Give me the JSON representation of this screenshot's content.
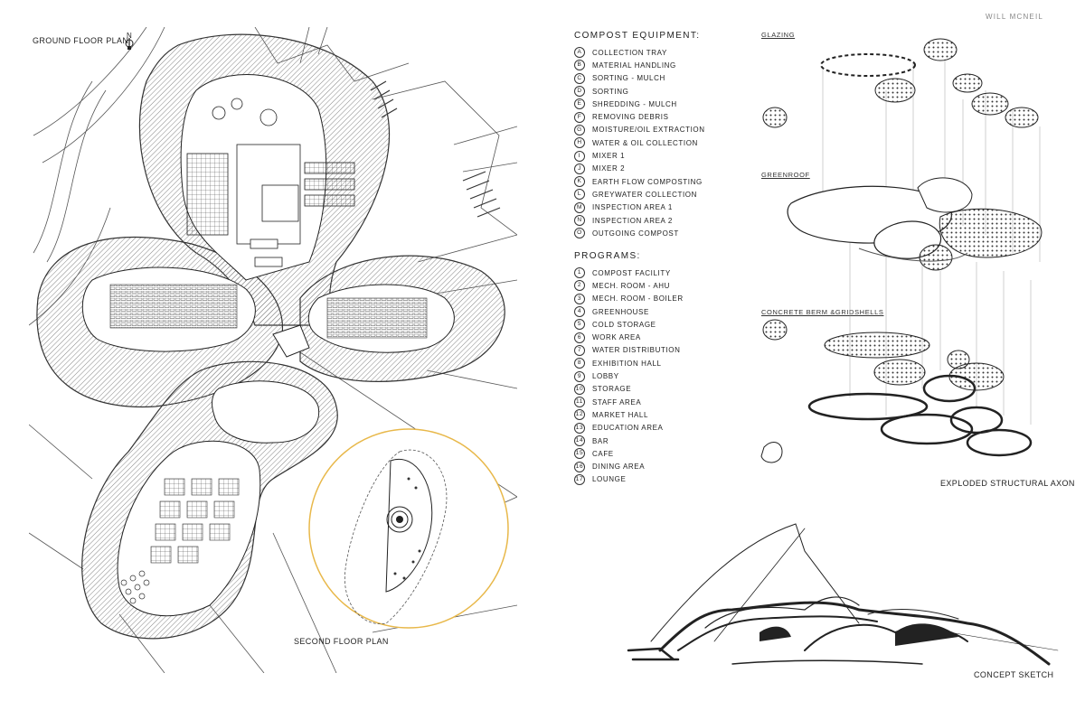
{
  "author": "WILL MCNEIL",
  "ground_floor_label": "GROUND FLOOR PLAN",
  "north_label": "N",
  "second_floor_label": "SECOND FLOOR PLAN",
  "compost_heading": "COMPOST EQUIPMENT:",
  "compost_items": [
    {
      "key": "A",
      "label": "COLLECTION TRAY"
    },
    {
      "key": "B",
      "label": "MATERIAL HANDLING"
    },
    {
      "key": "C",
      "label": "SORTING - MULCH"
    },
    {
      "key": "D",
      "label": "SORTING"
    },
    {
      "key": "E",
      "label": "SHREDDING - MULCH"
    },
    {
      "key": "F",
      "label": "REMOVING DEBRIS"
    },
    {
      "key": "G",
      "label": "MOISTURE/OIL EXTRACTION"
    },
    {
      "key": "H",
      "label": "WATER & OIL COLLECTION"
    },
    {
      "key": "I",
      "label": "MIXER 1"
    },
    {
      "key": "J",
      "label": "MIXER 2"
    },
    {
      "key": "K",
      "label": "EARTH FLOW COMPOSTING"
    },
    {
      "key": "L",
      "label": "GREYWATER COLLECTION"
    },
    {
      "key": "M",
      "label": "INSPECTION AREA 1"
    },
    {
      "key": "N",
      "label": "INSPECTION AREA 2"
    },
    {
      "key": "O",
      "label": "OUTGOING COMPOST"
    }
  ],
  "programs_heading": "PROGRAMS:",
  "program_items": [
    {
      "key": "1",
      "label": "COMPOST FACILITY"
    },
    {
      "key": "2",
      "label": "MECH. ROOM - AHU"
    },
    {
      "key": "3",
      "label": "MECH. ROOM - BOILER"
    },
    {
      "key": "4",
      "label": "GREENHOUSE"
    },
    {
      "key": "5",
      "label": "COLD STORAGE"
    },
    {
      "key": "6",
      "label": "WORK AREA"
    },
    {
      "key": "7",
      "label": "WATER DISTRIBUTION"
    },
    {
      "key": "8",
      "label": "EXHIBITION HALL"
    },
    {
      "key": "9",
      "label": "LOBBY"
    },
    {
      "key": "10",
      "label": "STORAGE"
    },
    {
      "key": "11",
      "label": "STAFF AREA"
    },
    {
      "key": "12",
      "label": "MARKET HALL"
    },
    {
      "key": "13",
      "label": "EDUCATION AREA"
    },
    {
      "key": "14",
      "label": "BAR"
    },
    {
      "key": "15",
      "label": "CAFE"
    },
    {
      "key": "16",
      "label": "DINING AREA"
    },
    {
      "key": "17",
      "label": "LOUNGE"
    }
  ],
  "layers": {
    "glazing": "GLAZING",
    "greenroof": "GREENROOF",
    "berm": "CONCRETE BERM &GRIDSHELLS"
  },
  "axon_label": "EXPLODED STRUCTURAL AXON",
  "sketch_label": "CONCEPT SKETCH",
  "colors": {
    "highlight_circle": "#e8b84a",
    "ink": "#1a1a1a"
  }
}
